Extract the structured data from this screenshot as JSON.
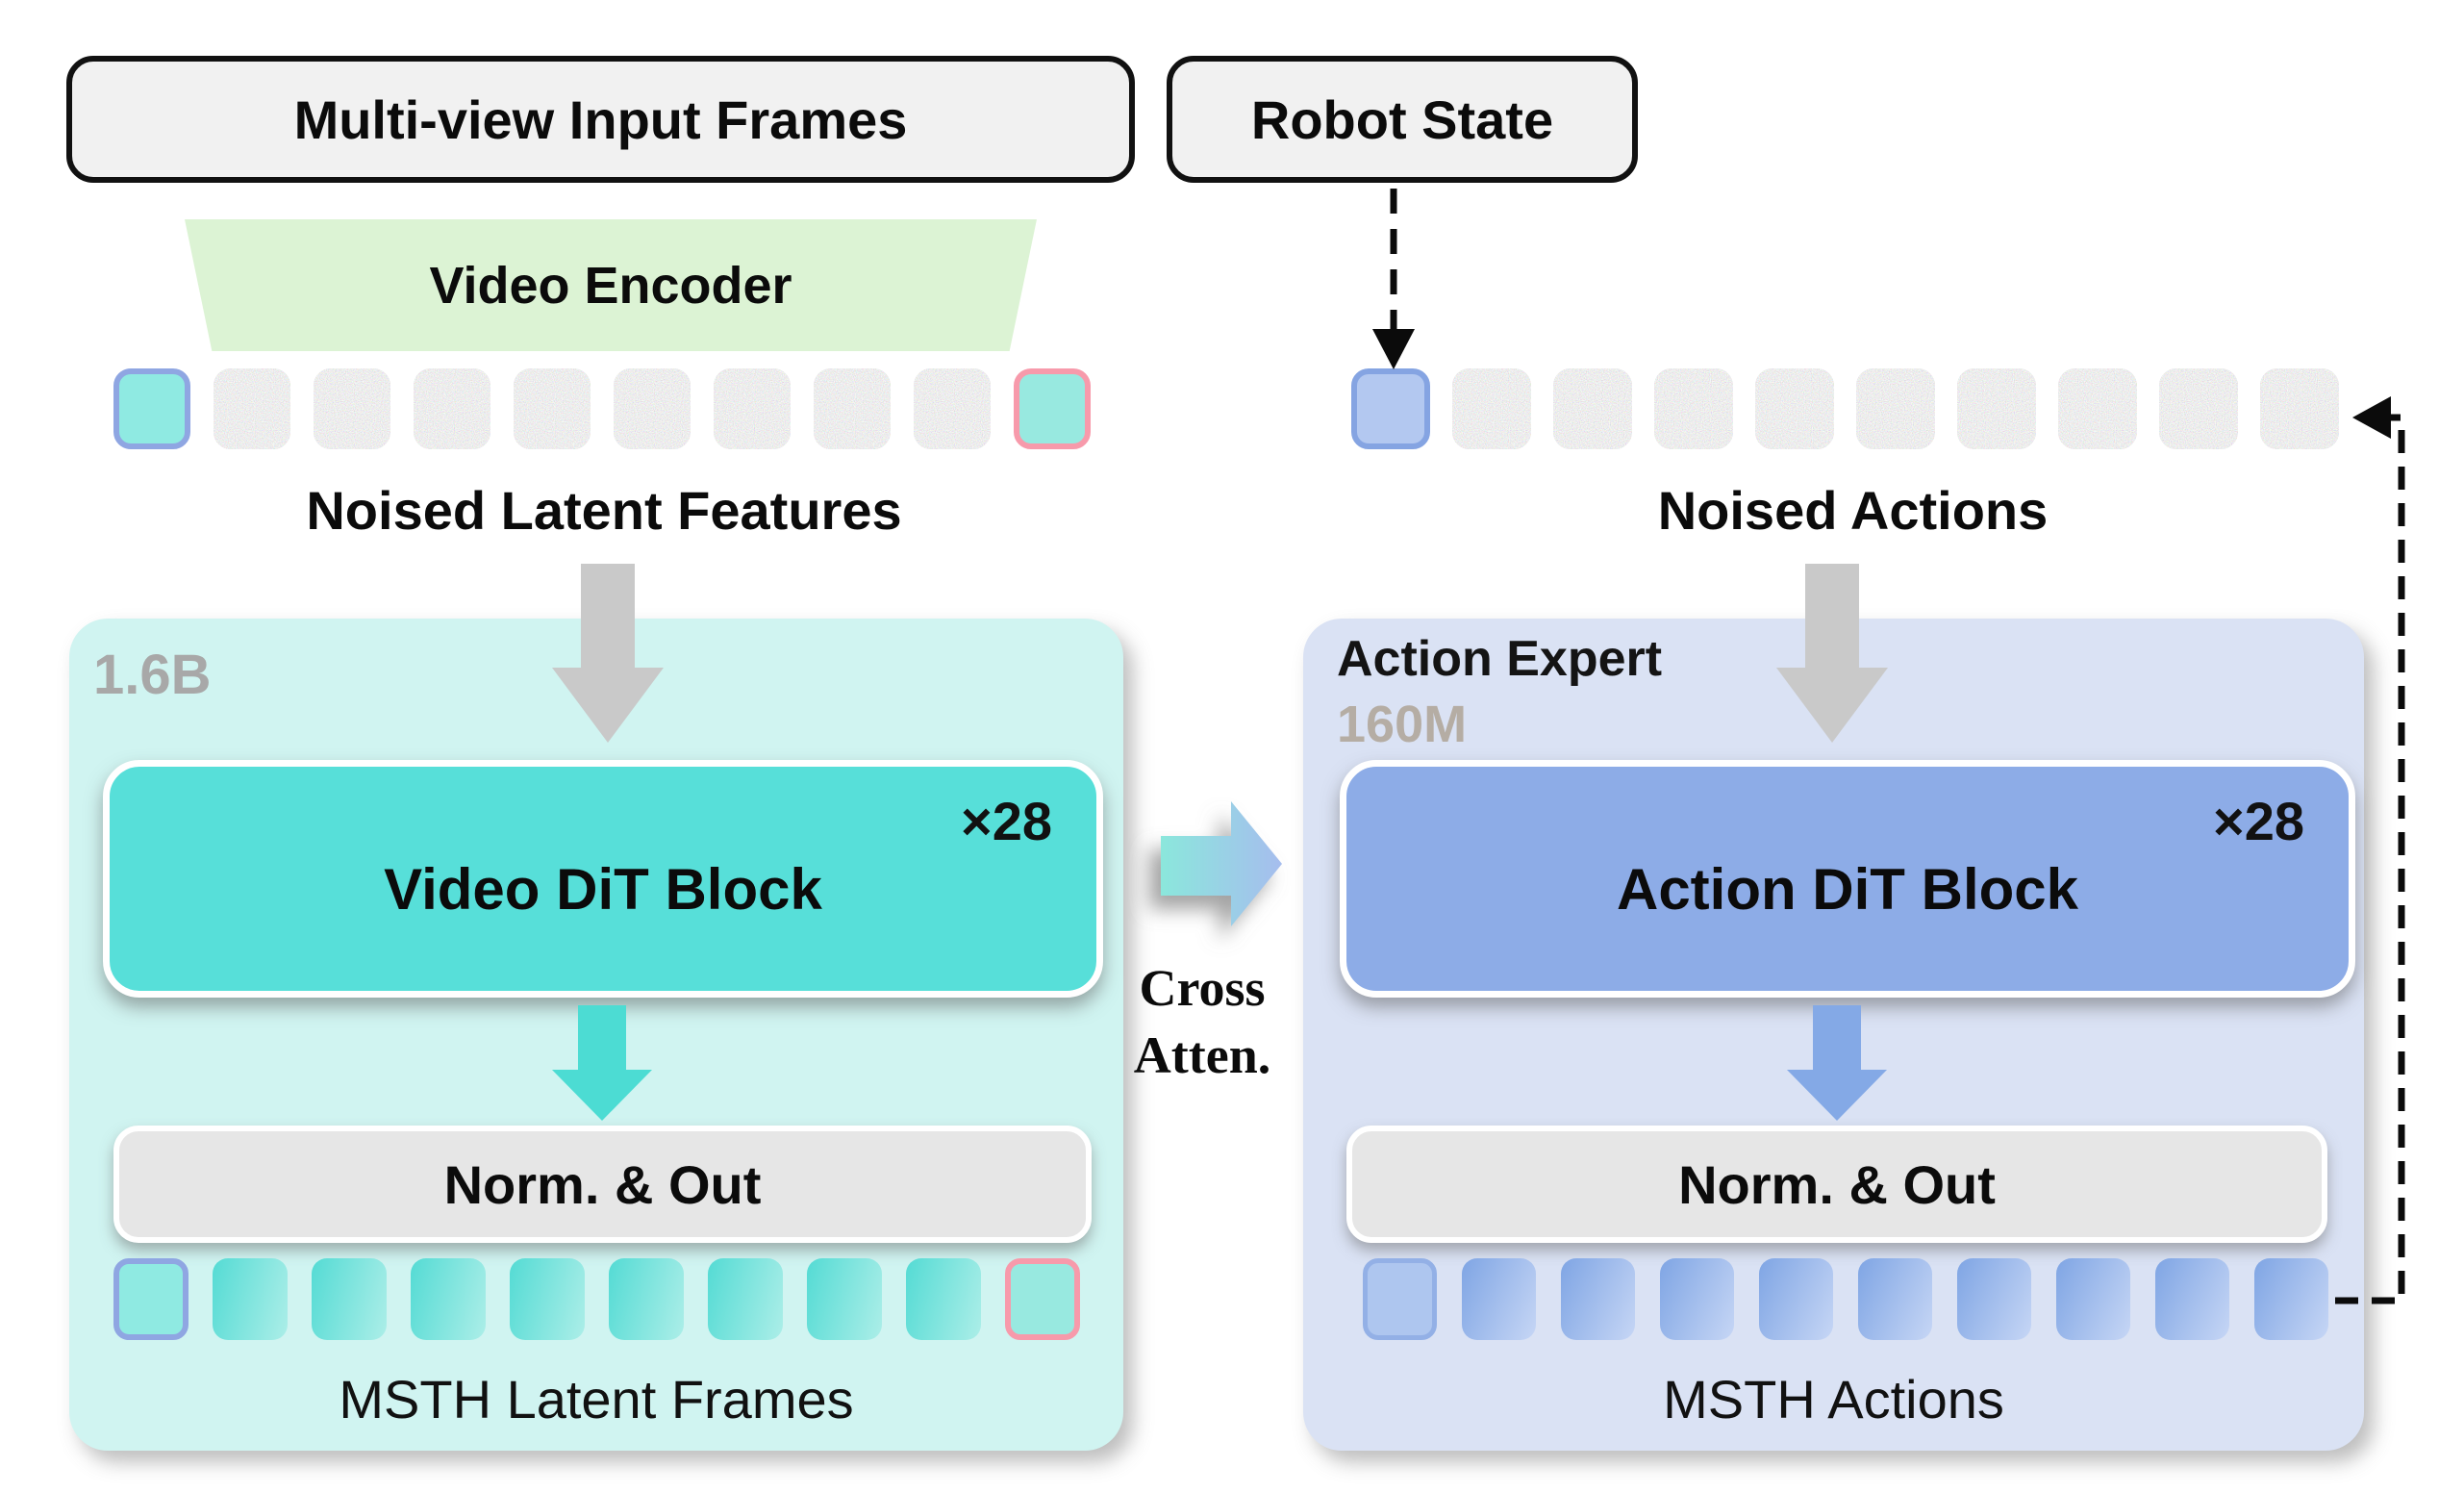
{
  "figure": {
    "inputs": {
      "multiview_label": "Multi-view Input Frames",
      "robot_state_label": "Robot State"
    },
    "encoder_label": "Video Encoder",
    "noised_latent_label": "Noised Latent Features",
    "noised_actions_label": "Noised Actions",
    "cross_attention": {
      "line1": "Cross",
      "line2": "Atten."
    },
    "video_expert": {
      "size_label": "1.6B",
      "block_label": "Video DiT Block",
      "repeat_label": "×28",
      "norm_label": "Norm. & Out",
      "output_label": "MSTH Latent Frames"
    },
    "action_expert": {
      "title_label": "Action Expert",
      "size_label": "160M",
      "block_label": "Action DiT Block",
      "repeat_label": "×28",
      "norm_label": "Norm. & Out",
      "output_label": "MSTH Actions"
    }
  },
  "tile_rows": {
    "noised_latent_features": [
      "cond-cyan",
      "noise",
      "noise",
      "noise",
      "noise",
      "noise",
      "noise",
      "noise",
      "noise",
      "cond-cyan-end"
    ],
    "noised_actions": [
      "state-blue",
      "noise",
      "noise",
      "noise",
      "noise",
      "noise",
      "noise",
      "noise",
      "noise",
      "noise"
    ],
    "msth_latent_frames": [
      "cond-cyan",
      "grad-cyan",
      "grad-cyan",
      "grad-cyan",
      "grad-cyan",
      "grad-cyan",
      "grad-cyan",
      "grad-cyan",
      "grad-cyan",
      "cond-cyan-end"
    ],
    "msth_actions": [
      "state-blue-soft",
      "grad-blue",
      "grad-blue",
      "grad-blue",
      "grad-blue",
      "grad-blue",
      "grad-blue",
      "grad-blue",
      "grad-blue",
      "grad-blue"
    ]
  },
  "colors": {
    "video_block": "#57dfd9",
    "action_block": "#8dace7",
    "video_panel_bg": "#d0f4f1",
    "action_panel_bg": "#dae2f4",
    "encoder_bg": "#dcf3d4",
    "clean_tile_fill": "#8feae2",
    "state_tile_fill": "#b3c8f0",
    "cond_border_blue": "#8fa6e2",
    "cond_border_pink": "#f79aab",
    "gray_size_label": "#a8a8a8",
    "warm_gray_size_label": "#b5ada4"
  }
}
